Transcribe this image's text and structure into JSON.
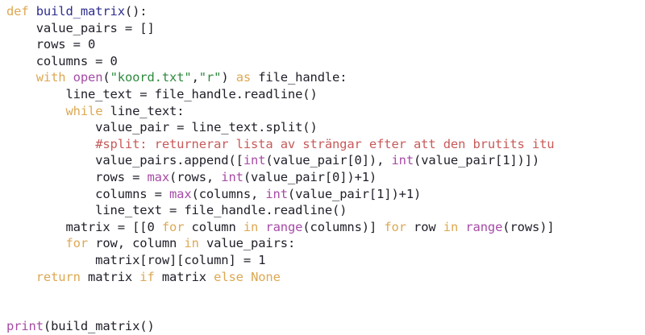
{
  "document": {
    "kind": "python-source-code",
    "language": "Python",
    "background_color": "#ffffff",
    "default_text_color": "#20202a"
  },
  "syntax_colors": {
    "keyword": "#dda853",
    "function_name": "#2e2e8f",
    "builtin": "#a64ba6",
    "string": "#2f8a3e",
    "comment": "#c85a5a",
    "plain": "#20202a"
  },
  "code": {
    "lines": [
      {
        "index": 1,
        "text": "def build_matrix():",
        "tokens": [
          {
            "t": "def ",
            "c": "t-def"
          },
          {
            "t": "build_matrix",
            "c": "t-fn"
          },
          {
            "t": "():",
            "c": "t-plain"
          }
        ]
      },
      {
        "index": 2,
        "text": "    value_pairs = []",
        "tokens": [
          {
            "t": "    value_pairs = []",
            "c": "t-plain"
          }
        ]
      },
      {
        "index": 3,
        "text": "    rows = 0",
        "tokens": [
          {
            "t": "    rows = ",
            "c": "t-plain"
          },
          {
            "t": "0",
            "c": "t-num"
          }
        ]
      },
      {
        "index": 4,
        "text": "    columns = 0",
        "tokens": [
          {
            "t": "    columns = ",
            "c": "t-plain"
          },
          {
            "t": "0",
            "c": "t-num"
          }
        ]
      },
      {
        "index": 5,
        "text": "    with open(\"koord.txt\",\"r\") as file_handle:",
        "tokens": [
          {
            "t": "    ",
            "c": "t-plain"
          },
          {
            "t": "with ",
            "c": "t-kw"
          },
          {
            "t": "open",
            "c": "t-builtin"
          },
          {
            "t": "(",
            "c": "t-plain"
          },
          {
            "t": "\"koord.txt\"",
            "c": "t-str"
          },
          {
            "t": ",",
            "c": "t-plain"
          },
          {
            "t": "\"r\"",
            "c": "t-str"
          },
          {
            "t": ") ",
            "c": "t-plain"
          },
          {
            "t": "as",
            "c": "t-kw"
          },
          {
            "t": " file_handle:",
            "c": "t-plain"
          }
        ]
      },
      {
        "index": 6,
        "text": "        line_text = file_handle.readline()",
        "tokens": [
          {
            "t": "        line_text = file_handle.readline()",
            "c": "t-plain"
          }
        ]
      },
      {
        "index": 7,
        "text": "        while line_text:",
        "tokens": [
          {
            "t": "        ",
            "c": "t-plain"
          },
          {
            "t": "while",
            "c": "t-kw"
          },
          {
            "t": " line_text:",
            "c": "t-plain"
          }
        ]
      },
      {
        "index": 8,
        "text": "            value_pair = line_text.split()",
        "tokens": [
          {
            "t": "            value_pair = line_text.split()",
            "c": "t-plain"
          }
        ]
      },
      {
        "index": 9,
        "text": "            #split: returnerar lista av strängar efter att den brutits itu",
        "tokens": [
          {
            "t": "            ",
            "c": "t-plain"
          },
          {
            "t": "#split: returnerar lista av strängar efter att den brutits itu",
            "c": "t-com"
          }
        ]
      },
      {
        "index": 10,
        "text": "            value_pairs.append([int(value_pair[0]), int(value_pair[1])])",
        "tokens": [
          {
            "t": "            value_pairs.append([",
            "c": "t-plain"
          },
          {
            "t": "int",
            "c": "t-builtin"
          },
          {
            "t": "(value_pair[0]), ",
            "c": "t-plain"
          },
          {
            "t": "int",
            "c": "t-builtin"
          },
          {
            "t": "(value_pair[1])])",
            "c": "t-plain"
          }
        ]
      },
      {
        "index": 11,
        "text": "            rows = max(rows, int(value_pair[0])+1)",
        "tokens": [
          {
            "t": "            rows = ",
            "c": "t-plain"
          },
          {
            "t": "max",
            "c": "t-builtin"
          },
          {
            "t": "(rows, ",
            "c": "t-plain"
          },
          {
            "t": "int",
            "c": "t-builtin"
          },
          {
            "t": "(value_pair[0])+1)",
            "c": "t-plain"
          }
        ]
      },
      {
        "index": 12,
        "text": "            columns = max(columns, int(value_pair[1])+1)",
        "tokens": [
          {
            "t": "            columns = ",
            "c": "t-plain"
          },
          {
            "t": "max",
            "c": "t-builtin"
          },
          {
            "t": "(columns, ",
            "c": "t-plain"
          },
          {
            "t": "int",
            "c": "t-builtin"
          },
          {
            "t": "(value_pair[1])+1)",
            "c": "t-plain"
          }
        ]
      },
      {
        "index": 13,
        "text": "            line_text = file_handle.readline()",
        "tokens": [
          {
            "t": "            line_text = file_handle.readline()",
            "c": "t-plain"
          }
        ]
      },
      {
        "index": 14,
        "text": "        matrix = [[0 for column in range(columns)] for row in range(rows)]",
        "tokens": [
          {
            "t": "        matrix = [[0 ",
            "c": "t-plain"
          },
          {
            "t": "for",
            "c": "t-kw"
          },
          {
            "t": " column ",
            "c": "t-plain"
          },
          {
            "t": "in",
            "c": "t-kw"
          },
          {
            "t": " ",
            "c": "t-plain"
          },
          {
            "t": "range",
            "c": "t-builtin"
          },
          {
            "t": "(columns)] ",
            "c": "t-plain"
          },
          {
            "t": "for",
            "c": "t-kw"
          },
          {
            "t": " row ",
            "c": "t-plain"
          },
          {
            "t": "in",
            "c": "t-kw"
          },
          {
            "t": " ",
            "c": "t-plain"
          },
          {
            "t": "range",
            "c": "t-builtin"
          },
          {
            "t": "(rows)]",
            "c": "t-plain"
          }
        ]
      },
      {
        "index": 15,
        "text": "        for row, column in value_pairs:",
        "tokens": [
          {
            "t": "        ",
            "c": "t-plain"
          },
          {
            "t": "for",
            "c": "t-kw"
          },
          {
            "t": " row, column ",
            "c": "t-plain"
          },
          {
            "t": "in",
            "c": "t-kw"
          },
          {
            "t": " value_pairs:",
            "c": "t-plain"
          }
        ]
      },
      {
        "index": 16,
        "text": "            matrix[row][column] = 1",
        "tokens": [
          {
            "t": "            matrix[row][column] = ",
            "c": "t-plain"
          },
          {
            "t": "1",
            "c": "t-num"
          }
        ]
      },
      {
        "index": 17,
        "text": "    return matrix if matrix else None",
        "tokens": [
          {
            "t": "    ",
            "c": "t-plain"
          },
          {
            "t": "return",
            "c": "t-kw"
          },
          {
            "t": " matrix ",
            "c": "t-plain"
          },
          {
            "t": "if",
            "c": "t-kw"
          },
          {
            "t": " matrix ",
            "c": "t-plain"
          },
          {
            "t": "else",
            "c": "t-kw"
          },
          {
            "t": " ",
            "c": "t-plain"
          },
          {
            "t": "None",
            "c": "t-kw"
          }
        ]
      },
      {
        "index": 18,
        "text": "",
        "tokens": []
      },
      {
        "index": 19,
        "text": "",
        "tokens": []
      },
      {
        "index": 20,
        "text": "print(build_matrix()",
        "tokens": [
          {
            "t": "print",
            "c": "t-builtin"
          },
          {
            "t": "(build_matrix()",
            "c": "t-plain"
          }
        ]
      }
    ]
  }
}
